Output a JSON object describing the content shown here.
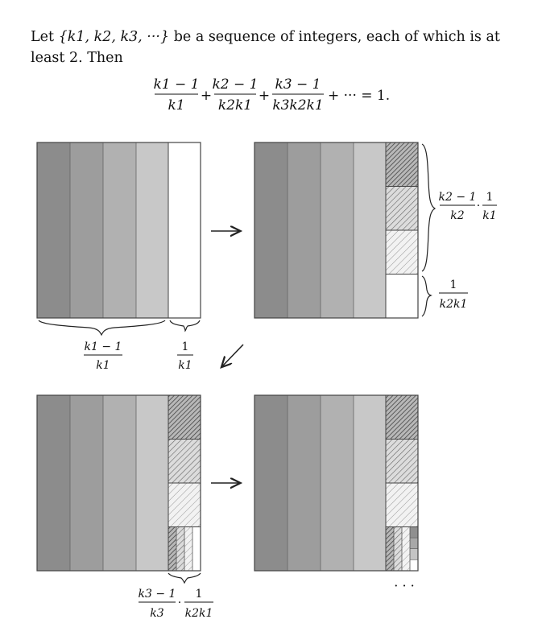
{
  "intro": {
    "part1": "Let ",
    "seq": "{k1, k2, k3, ···}",
    "part2": " be a sequence of integers, each of which is at least 2. Then"
  },
  "equation": {
    "t1_num": "k1 − 1",
    "t1_den": "k1",
    "t2_num": "k2 − 1",
    "t2_den": "k2k1",
    "t3_num": "k3 − 1",
    "t3_den": "k3k2k1",
    "plus": "+",
    "tail": "+ ··· = 1."
  },
  "labels": {
    "a_num": "k1 − 1",
    "a_den": "k1",
    "b_num": "1",
    "b_den": "k1",
    "c_num": "k2 − 1",
    "c_den": "k2",
    "c_dot": "·",
    "c2_num": "1",
    "c2_den": "k1",
    "d_num": "1",
    "d_den": "k2k1",
    "e_num": "k3 − 1",
    "e_den": "k3",
    "e_dot": "·",
    "e2_num": "1",
    "e2_den": "k2k1"
  },
  "arrows": {
    "right": "→",
    "down_left": "↙"
  },
  "ellipsis": "· · ·",
  "colors": {
    "stripe_1": "#8c8c8c",
    "stripe_2": "#9d9d9d",
    "stripe_3": "#b1b1b1",
    "stripe_4": "#c8c8c8",
    "white": "#ffffff",
    "outline": "#555555"
  }
}
